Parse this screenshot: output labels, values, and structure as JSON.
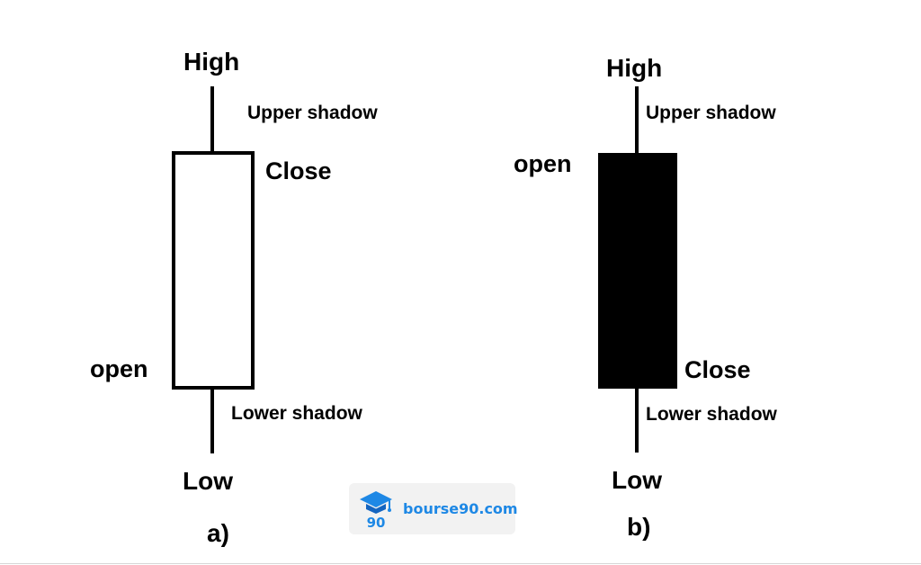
{
  "colors": {
    "ink": "#000000",
    "background": "#ffffff",
    "watermark_bg": "#f2f2f2",
    "watermark_text": "#1e88e5"
  },
  "candles": [
    {
      "type": "bullish",
      "fill": "hollow",
      "labels": {
        "high": "High",
        "upper_shadow": "Upper shadow",
        "close": "Close",
        "open": "open",
        "lower_shadow": "Lower shadow",
        "low": "Low"
      },
      "caption": "a)"
    },
    {
      "type": "bearish",
      "fill": "filled",
      "labels": {
        "high": "High",
        "upper_shadow": "Upper shadow",
        "open": "open",
        "close": "Close",
        "lower_shadow": "Lower shadow",
        "low": "Low"
      },
      "caption": "b)"
    }
  ],
  "watermark": {
    "text": "bourse90.com",
    "icon": "graduation-cap-logo-icon",
    "logo_text": "90"
  }
}
